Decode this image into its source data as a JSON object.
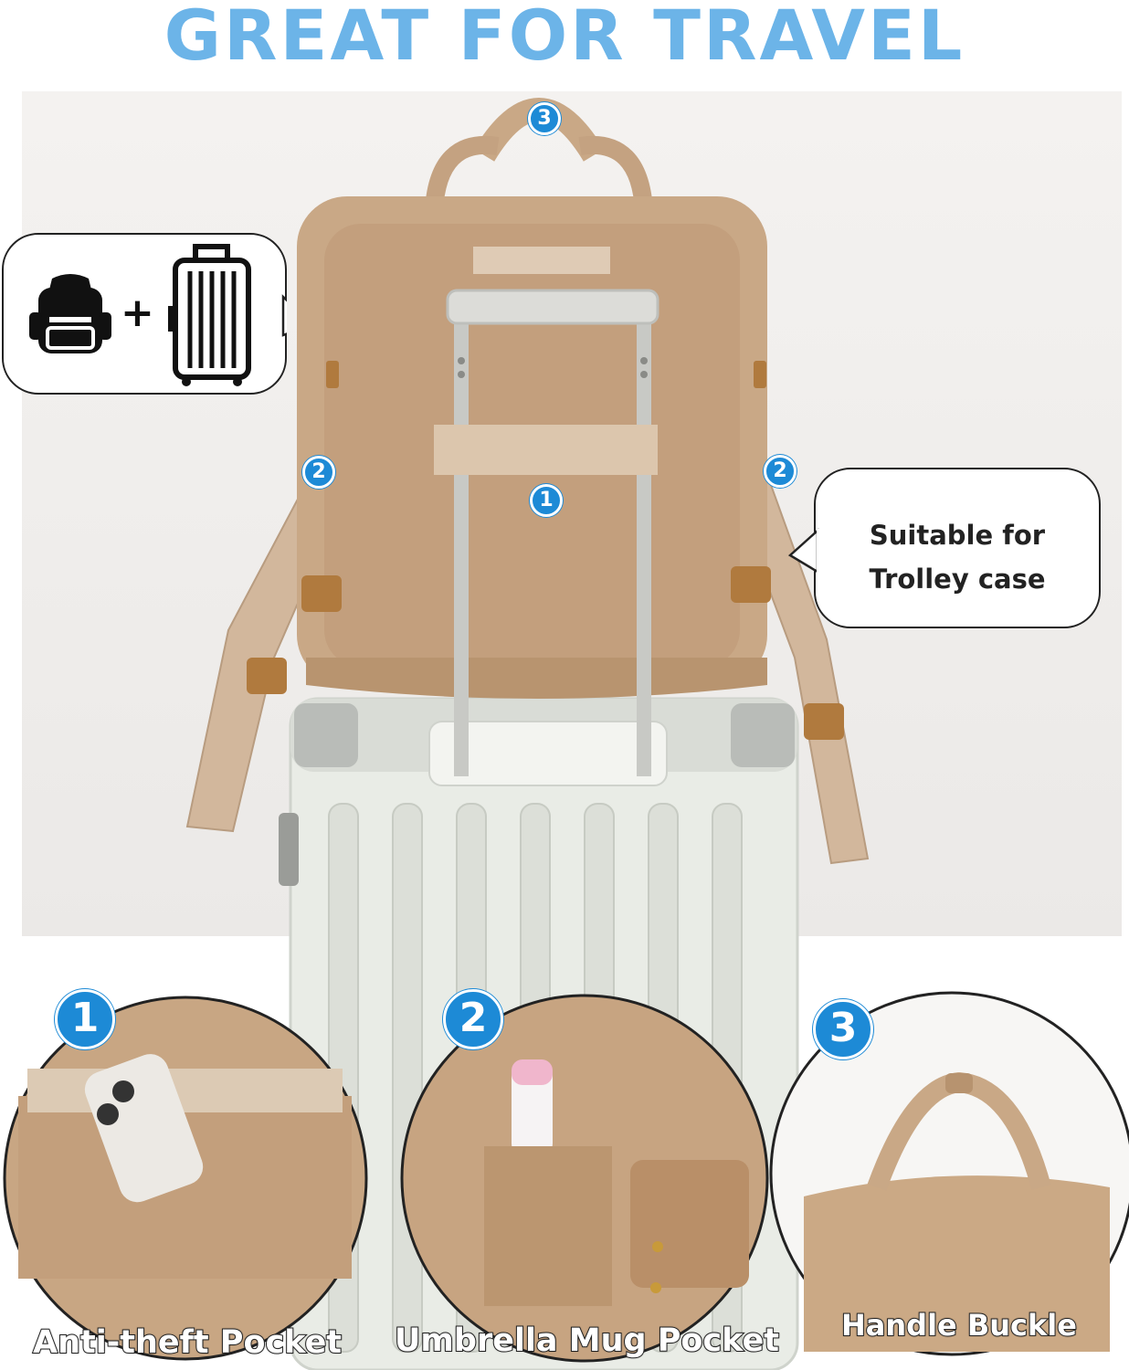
{
  "headline": "GREAT FOR TRAVEL",
  "combo_symbol": "+",
  "trolley_note": {
    "line1": "Suitable for",
    "line2": "Trolley case"
  },
  "markers": {
    "one": "1",
    "two": "2",
    "three": "3"
  },
  "features": [
    {
      "number": "1",
      "caption": "Anti-theft Pocket"
    },
    {
      "number": "2",
      "caption": "Umbrella Mug Pocket"
    },
    {
      "number": "3",
      "caption": "Handle Buckle"
    }
  ],
  "icons": {
    "backpack": "backpack-icon",
    "suitcase": "suitcase-icon"
  },
  "colors": {
    "headline": "#6cb4e8",
    "badge": "#1d8ad6",
    "backpack": "#c9a886",
    "strap": "#d8c4ae",
    "suitcase": "#e9ece6"
  }
}
